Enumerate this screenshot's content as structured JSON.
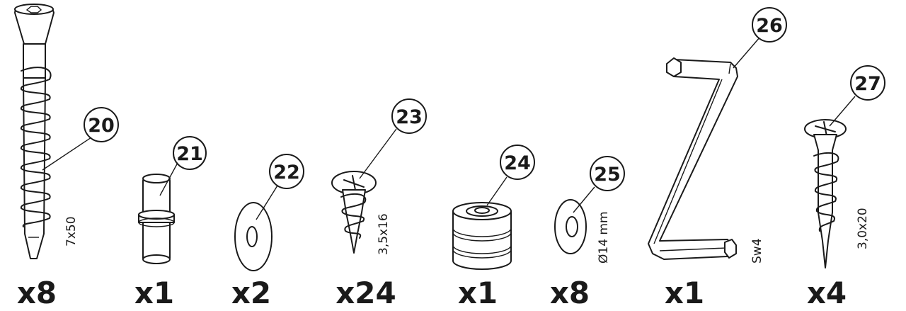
{
  "parts": [
    {
      "id": "20",
      "quantity": "x8",
      "size": "7x50"
    },
    {
      "id": "21",
      "quantity": "x1",
      "size": ""
    },
    {
      "id": "22",
      "quantity": "x2",
      "size": ""
    },
    {
      "id": "23",
      "quantity": "x24",
      "size": "3,5x16"
    },
    {
      "id": "24",
      "quantity": "x1",
      "size": ""
    },
    {
      "id": "25",
      "quantity": "x8",
      "size": "Ø14 mm"
    },
    {
      "id": "26",
      "quantity": "x1",
      "size": "Sw4"
    },
    {
      "id": "27",
      "quantity": "x4",
      "size": "3,0x20"
    }
  ]
}
